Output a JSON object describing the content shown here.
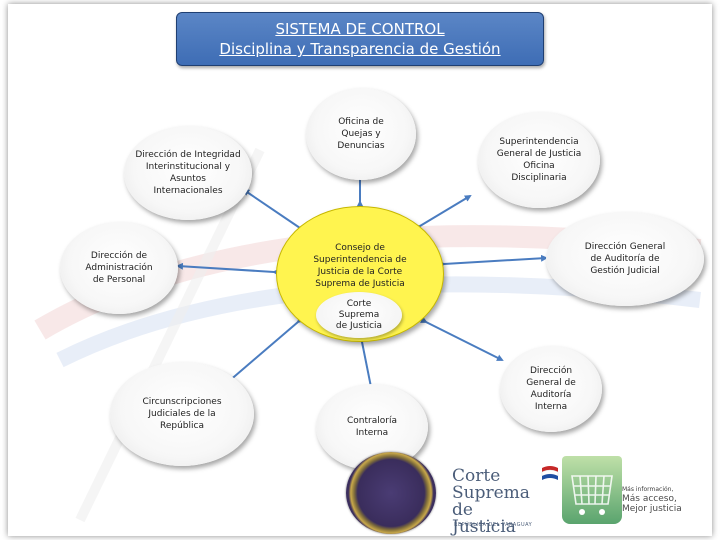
{
  "title": {
    "line1": "SISTEMA DE CONTROL",
    "line2": "Disciplina y Transparencia de Gestión"
  },
  "center": {
    "main_label": [
      "Consejo de",
      "Superintendencia de",
      "Justicia de la Corte",
      "Suprema de Justicia"
    ],
    "sub_label": [
      "Corte",
      "Suprema",
      "de Justicia"
    ]
  },
  "nodes": {
    "quejas": [
      "Oficina de",
      "Quejas y",
      "Denuncias"
    ],
    "integridad": [
      "Dirección de Integridad",
      "Interinstitucional y",
      "Asuntos",
      "Internacionales"
    ],
    "superintendencia": [
      "Superintendencia",
      "General de Justicia",
      "Oficina",
      "Disciplinaria"
    ],
    "administracion": [
      "Dirección de",
      "Administración",
      "de Personal"
    ],
    "auditoria_judicial": [
      "Dirección General",
      "de Auditoría de",
      "Gestión Judicial"
    ],
    "circunscripciones": [
      "Circunscripciones",
      "Judiciales de la",
      "República"
    ],
    "contraloria": [
      "Contraloría",
      "Interna"
    ],
    "auditoria_interna": [
      "Dirección",
      "General de",
      "Auditoría",
      "Interna"
    ]
  },
  "logos": {
    "csj_text": [
      "Corte",
      "Suprema",
      "de Justicia"
    ],
    "csj_subtitle": "REPÚBLICA DEL PARAGUAY",
    "tagline": [
      "Más información,",
      "Más acceso,",
      "Mejor justicia"
    ]
  },
  "colors": {
    "title_bg": "#4a77bd",
    "center_fill": "#fff44f",
    "arrow": "#4a7cc0"
  }
}
